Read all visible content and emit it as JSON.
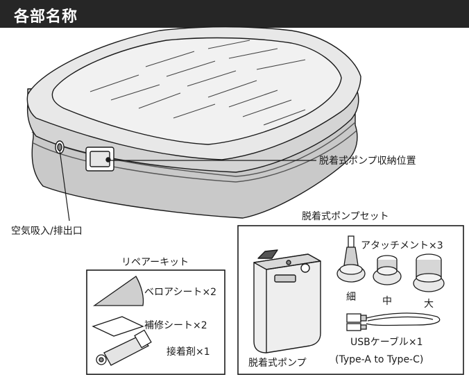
{
  "header": {
    "title": "各部名称"
  },
  "labels": {
    "pump_storage": "脱着式ポンプ収納位置",
    "air_valve": "空気吸入/排出口"
  },
  "pump_set": {
    "title": "脱着式ポンプセット",
    "pump": "脱着式ポンプ",
    "attachments": "アタッチメント×3",
    "nozzle_small": "細",
    "nozzle_medium": "中",
    "nozzle_large": "大",
    "cable_line1": "USBケーブル×1",
    "cable_line2": "(Type-A to Type-C)"
  },
  "repair_kit": {
    "title": "リペアーキット",
    "bellows_sheet": "ベロアシート×2",
    "patch_sheet": "補修シート×2",
    "adhesive": "接着剤×1"
  }
}
